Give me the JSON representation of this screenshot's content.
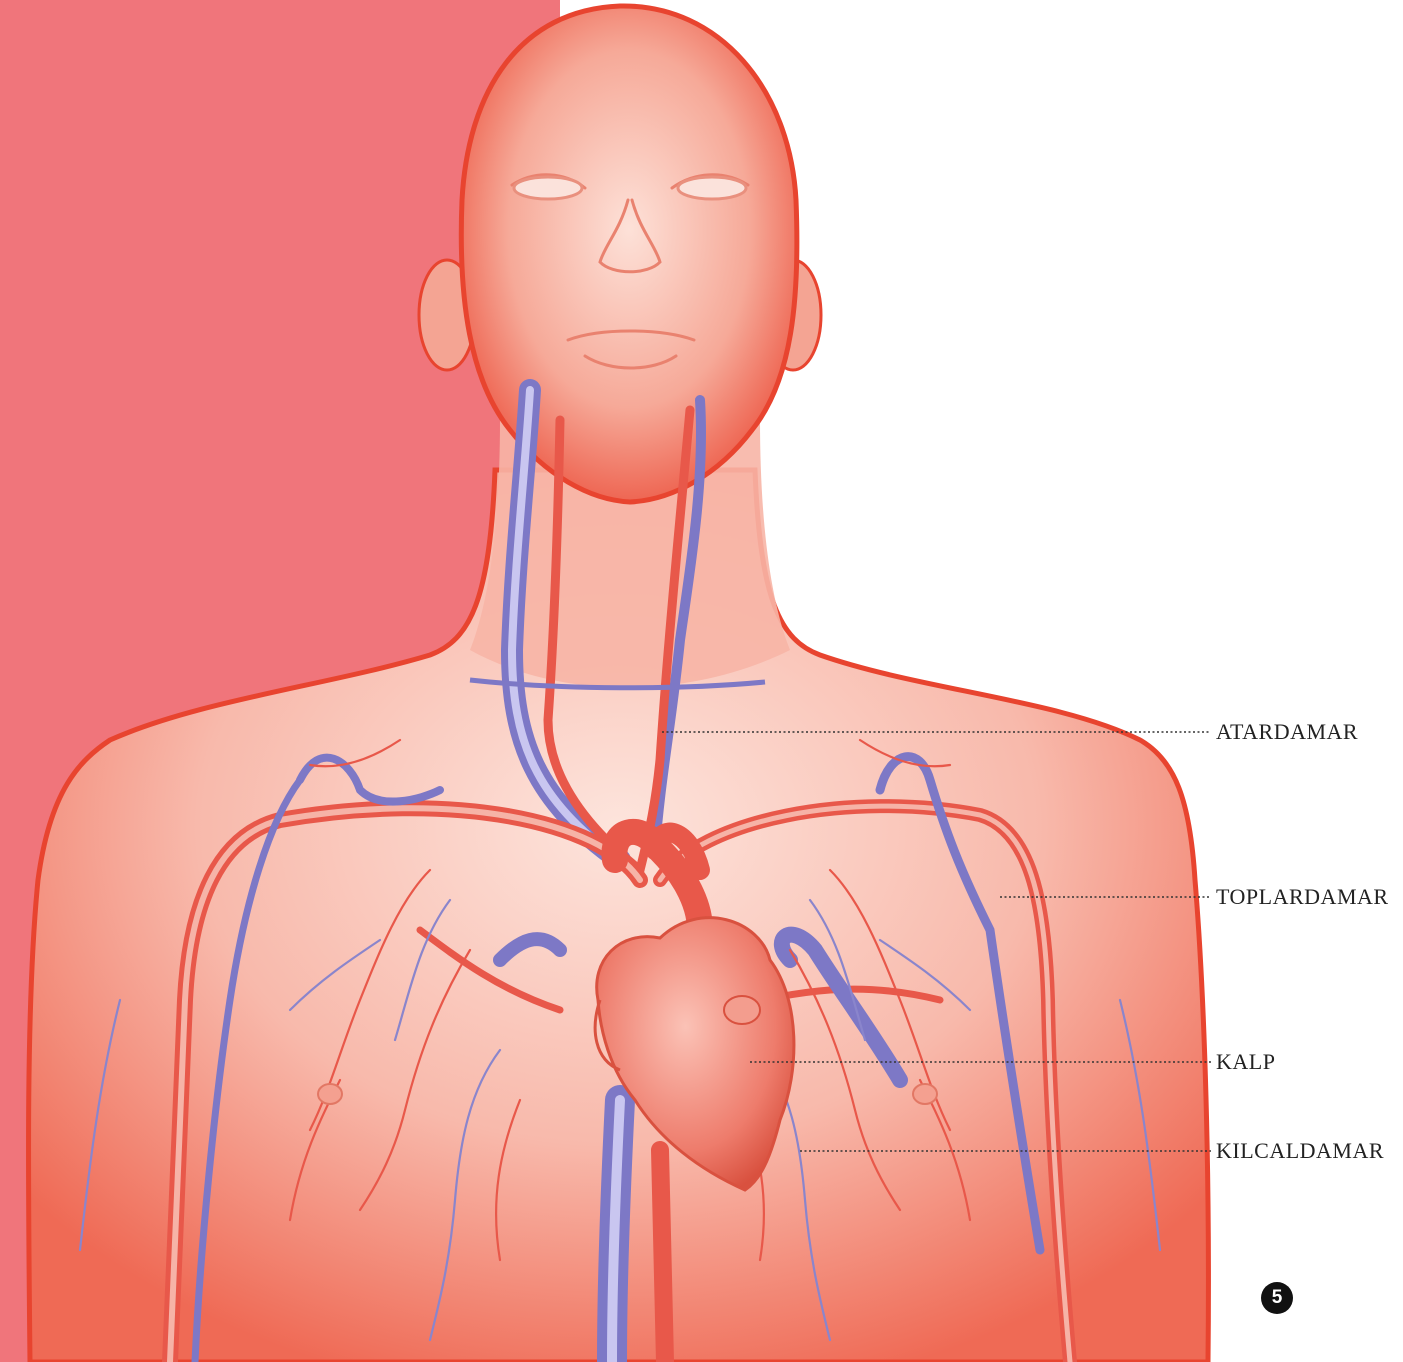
{
  "labels": {
    "artery": "ATARDAMAR",
    "vein": "TOPLARDAMAR",
    "heart": "KALP",
    "capillary": "KILCALDAMAR"
  },
  "page_number": "5",
  "colors": {
    "background_panel": "#f0757b",
    "skin": "#f7b3a6",
    "skin_edge": "#ea3f2c",
    "artery": "#e8584a",
    "vein": "#7d78c6",
    "heart": "#ef7a6c",
    "label_text": "#222222",
    "badge": "#111111"
  }
}
